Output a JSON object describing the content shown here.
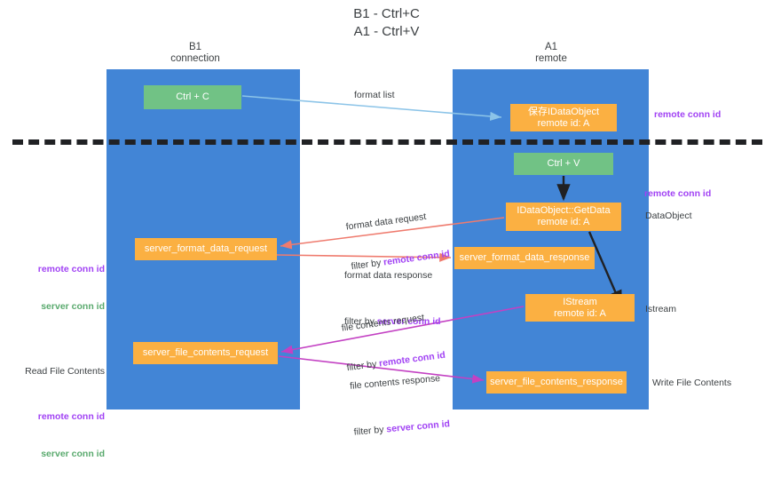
{
  "title": "B1 - Ctrl+C\nA1 - Ctrl+V",
  "columns": {
    "left": {
      "name": "B1",
      "role": "connection",
      "header": "B1\nconnection"
    },
    "right": {
      "name": "A1",
      "role": "remote",
      "header": "A1\nremote"
    }
  },
  "boxes": {
    "ctrl_c": "Ctrl + C",
    "ctrl_v": "Ctrl + V",
    "idataobject": "保存IDataObject\nremote id: A",
    "getdata": "IDataObject::GetData\nremote id: A",
    "istream": "IStream\nremote id: A",
    "server_format_data_request": "server_format_data_request",
    "server_format_data_response": "server_format_data_response",
    "server_file_contents_request": "server_file_contents_request",
    "server_file_contents_response": "server_file_contents_response"
  },
  "arrow_captions": {
    "format_list": "format list",
    "format_data_request": "format data request",
    "format_data_request_filter_prefix": "filter by ",
    "format_data_request_filter_key": "remote conn id",
    "format_data_response": "format data response",
    "format_data_response_filter_prefix": "filter by ",
    "format_data_response_filter_key": "server conn id",
    "file_contents_request": "file contents request",
    "file_contents_request_filter_prefix": "filter by ",
    "file_contents_request_filter_key": "remote conn id",
    "file_contents_response": "file contents response",
    "file_contents_response_filter_prefix": "filter by ",
    "file_contents_response_filter_key": "server conn id"
  },
  "side_labels": {
    "right_remote_conn_id_top": "remote conn id",
    "right_remote_conn_id_mid": "remote conn id",
    "right_dataobject": "DataObject",
    "right_istream": "Istream",
    "right_write_file_contents": "Write File Contents",
    "left_mid_remote": "remote conn id",
    "left_mid_server": "server conn id",
    "left_bottom_read": "Read File Contents",
    "left_bottom_remote": "remote conn id",
    "left_bottom_server": "server conn id"
  },
  "colors": {
    "lane_blue": "#4285d6",
    "box_orange": "#fbb042",
    "box_green": "#71c285",
    "accent_purple": "#a142f4",
    "accent_green": "#5aaa6e",
    "arrow_lightblue": "#8cc4e8",
    "arrow_red": "#ef7b6e",
    "arrow_magenta": "#c341c3",
    "arrow_black": "#202124",
    "divider_black": "#202124",
    "text": "#3c4043"
  }
}
